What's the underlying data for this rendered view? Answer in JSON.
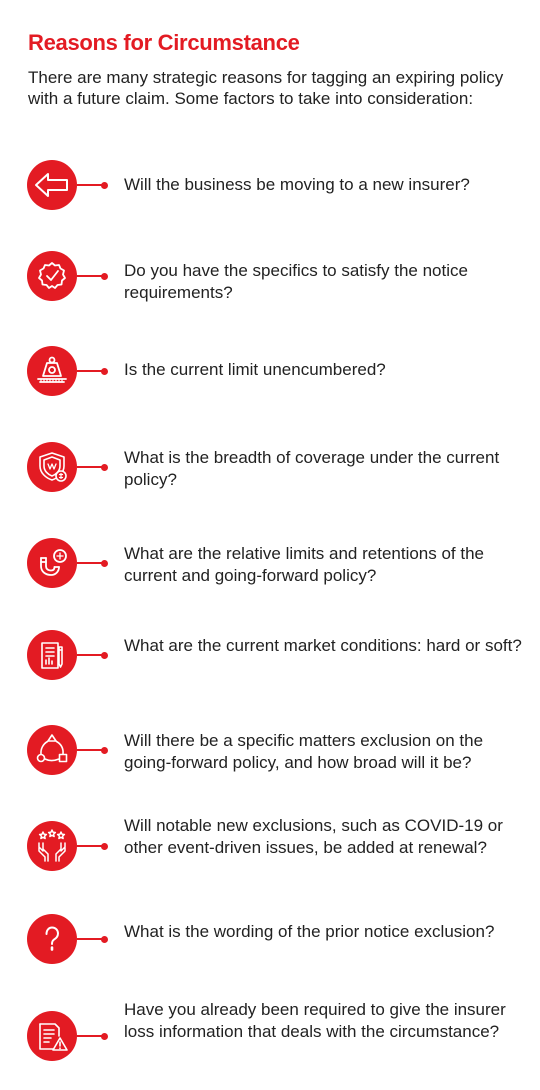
{
  "title": "Reasons for Circumstance",
  "intro": "There are many strategic reasons for tagging an expiring policy with a future claim. Some factors to take into consideration:",
  "items": [
    {
      "icon": "arrow-left-icon",
      "text": "Will the business be moving to a new insurer?"
    },
    {
      "icon": "badge-check-icon",
      "text": "Do you have the specifics to satisfy the notice requirements?"
    },
    {
      "icon": "weight-scale-icon",
      "text": "Is the current limit unencumbered?"
    },
    {
      "icon": "shield-coverage-icon",
      "text": "What is the breadth of coverage under the current policy?"
    },
    {
      "icon": "magnet-icon",
      "text": "What are the relative limits and retentions of the current and going-forward policy?"
    },
    {
      "icon": "market-report-icon",
      "text": "What are the current market conditions: hard or soft?"
    },
    {
      "icon": "cycle-shapes-icon",
      "text": "Will there be a specific matters exclusion on the going-forward policy, and how broad will it be?"
    },
    {
      "icon": "hands-stars-icon",
      "text": "Will notable new exclusions, such as COVID-19 or other event-driven issues, be added at renewal?"
    },
    {
      "icon": "question-mark-icon",
      "text": "What is the wording of the prior notice exclusion?"
    },
    {
      "icon": "document-warning-icon",
      "text": "Have you already been required to give the insurer loss information that deals with the circumstance?"
    }
  ]
}
